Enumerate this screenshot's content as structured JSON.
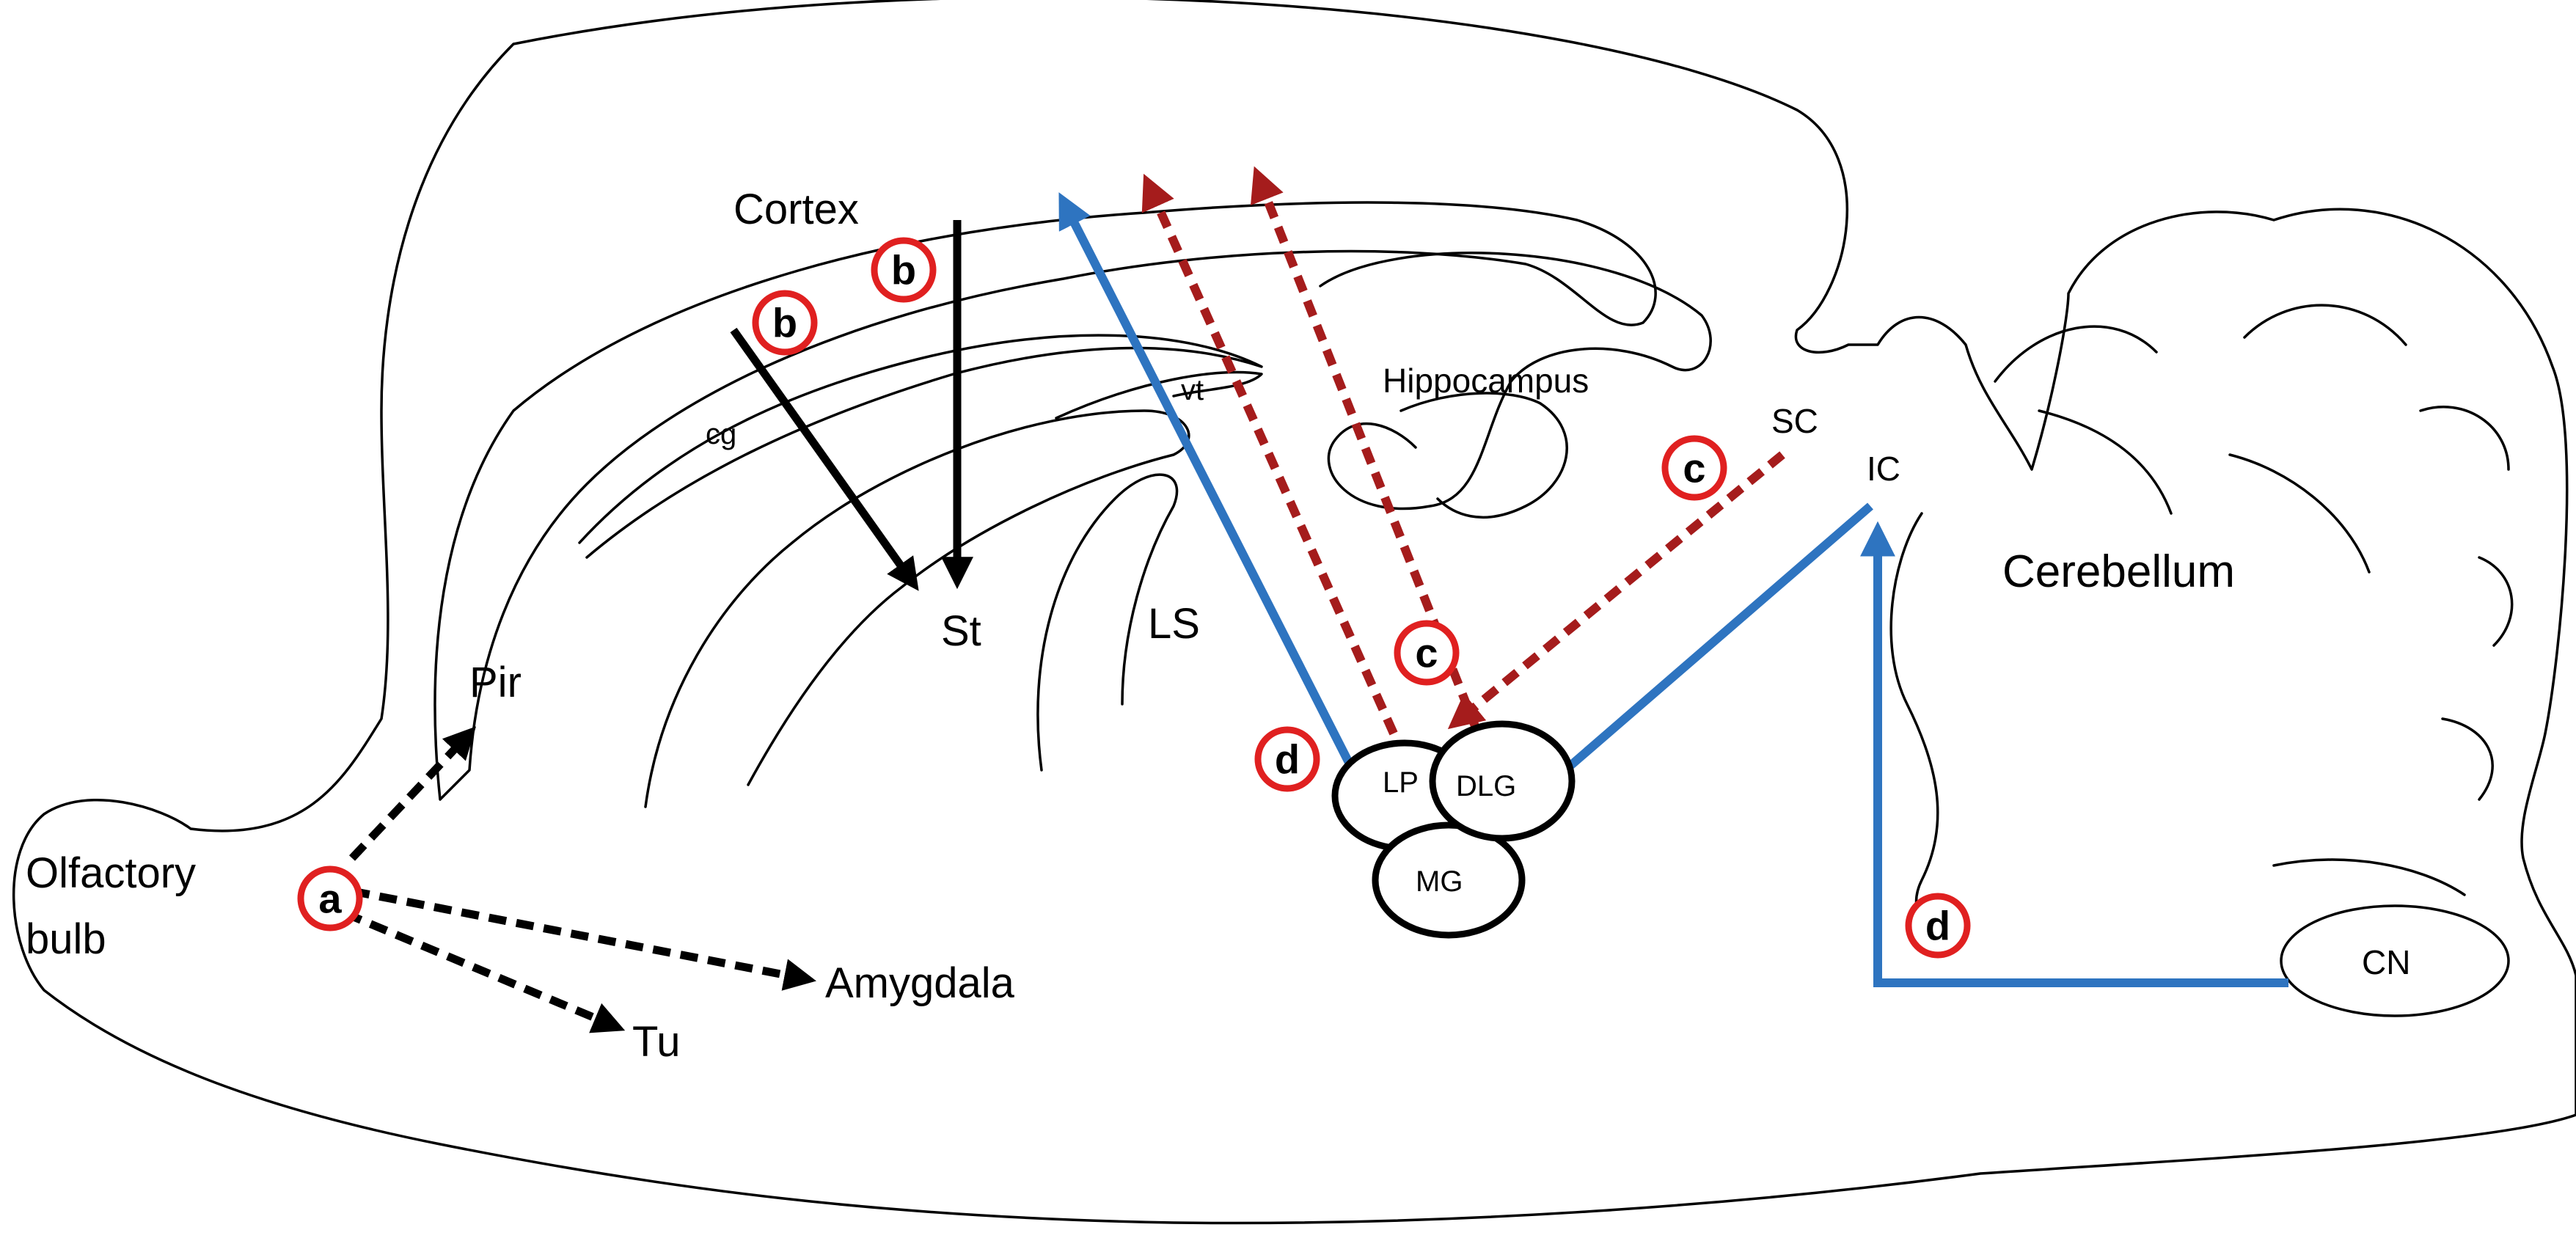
{
  "colors": {
    "outline": "#000000",
    "olfactory_path": "#000000",
    "corticostriatal_path": "#000000",
    "visual_path": "#a51c1c",
    "auditory_path": "#2e74c0",
    "badge_ring": "#e02020"
  },
  "labels": {
    "cortex": "Cortex",
    "olfactory_bulb_line1": "Olfactory",
    "olfactory_bulb_line2": "bulb",
    "pir": "Pir",
    "amygdala": "Amygdala",
    "tu": "Tu",
    "st": "St",
    "ls": "LS",
    "cg": "cg",
    "vt": "vt",
    "hippocampus": "Hippocampus",
    "sc": "SC",
    "ic": "IC",
    "cerebellum": "Cerebellum",
    "cn": "CN",
    "lp": "LP",
    "dlg": "DLG",
    "mg": "MG"
  },
  "badges": [
    {
      "id": "a",
      "text": "a"
    },
    {
      "id": "b1",
      "text": "b"
    },
    {
      "id": "b2",
      "text": "b"
    },
    {
      "id": "c1",
      "text": "c"
    },
    {
      "id": "c2",
      "text": "c"
    },
    {
      "id": "d1",
      "text": "d"
    },
    {
      "id": "d2",
      "text": "d"
    }
  ]
}
